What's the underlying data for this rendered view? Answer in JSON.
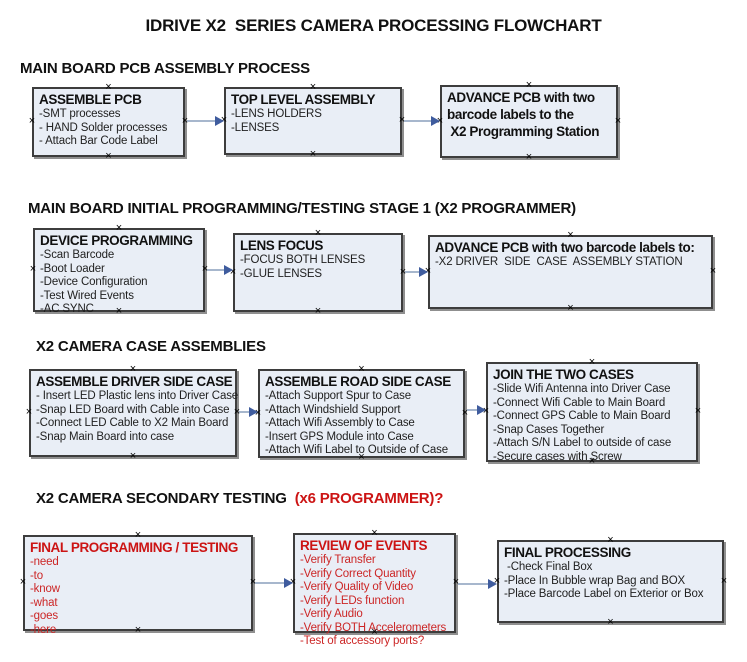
{
  "title": "IDRIVE X2  SERIES CAMERA PROCESSING FLOWCHART",
  "icons": {
    "connection_handle": "×"
  },
  "colors": {
    "box_fill": "#e9eef6",
    "box_border": "#3d3d3d",
    "box_shadow": "#8f8f8f",
    "arrow_line": "#a7b7cd",
    "arrow_head": "#3f5c9e",
    "red_text": "#cc1414"
  },
  "sections": [
    {
      "heading": "MAIN BOARD PCB ASSEMBLY PROCESS",
      "heading_red": "",
      "boxes": [
        {
          "title": "ASSEMBLE PCB",
          "lines": [
            "-SMT processes",
            "- HAND Solder processes",
            "- Attach Bar Code Label"
          ]
        },
        {
          "title": "TOP LEVEL ASSEMBLY",
          "lines": [
            "-LENS HOLDERS",
            "-LENSES"
          ]
        },
        {
          "title": "ADVANCE PCB with two\nbarcode labels to the\n X2 Programming Station",
          "lines": []
        }
      ]
    },
    {
      "heading": "MAIN BOARD INITIAL PROGRAMMING/TESTING STAGE 1 (X2 PROGRAMMER)",
      "heading_red": "",
      "boxes": [
        {
          "title": "DEVICE PROGRAMMING",
          "lines": [
            "-Scan Barcode",
            "-Boot Loader",
            "-Device Configuration",
            "-Test Wired Events",
            "-AC SYNC"
          ]
        },
        {
          "title": "LENS FOCUS",
          "lines": [
            "-FOCUS BOTH LENSES",
            "-GLUE LENSES"
          ]
        },
        {
          "title": "ADVANCE PCB with two barcode labels to:",
          "lines": [
            "-X2 DRIVER  SIDE  CASE  ASSEMBLY STATION"
          ]
        }
      ]
    },
    {
      "heading": "X2 CAMERA CASE ASSEMBLIES",
      "heading_red": "",
      "boxes": [
        {
          "title": "ASSEMBLE DRIVER SIDE CASE",
          "lines": [
            "- Insert LED Plastic lens into Driver Case",
            "-Snap LED Board with Cable into Case",
            "-Connect LED Cable to X2 Main Board",
            "-Snap Main Board into case"
          ]
        },
        {
          "title": "ASSEMBLE ROAD SIDE CASE",
          "lines": [
            "-Attach Support Spur to Case",
            "-Attach Windshield Support",
            "-Attach Wifi Assembly to Case",
            "-Insert GPS Module into Case",
            "-Attach Wifi Label to Outside of Case"
          ]
        },
        {
          "title": "JOIN THE TWO CASES",
          "lines": [
            "-Slide Wifi Antenna into Driver Case",
            "-Connect Wifi Cable to Main Board",
            "-Connect GPS Cable to Main Board",
            "-Snap Cases Together",
            "-Attach S/N Label to outside of case",
            "-Secure cases with Screw"
          ]
        }
      ]
    },
    {
      "heading": "X2 CAMERA SECONDARY TESTING  ",
      "heading_red": "(x6 PROGRAMMER)?",
      "boxes": [
        {
          "title": "FINAL PROGRAMMING / TESTING",
          "lines": [
            "-need",
            "-to",
            "-know",
            "-what",
            "-goes",
            "-here"
          ]
        },
        {
          "title": "REVIEW OF EVENTS",
          "lines": [
            "-Verify Transfer",
            "-Verify Correct Quantity",
            "-Verify Quality of Video",
            "-Verify LEDs function",
            "-Verify Audio",
            "-Verify BOTH Accelerometers",
            "-Test of accessory ports?"
          ]
        },
        {
          "title": "FINAL PROCESSING",
          "lines": [
            " -Check Final Box",
            "-Place In Bubble wrap Bag and BOX",
            "-Place Barcode Label on Exterior or Box"
          ]
        }
      ]
    }
  ]
}
